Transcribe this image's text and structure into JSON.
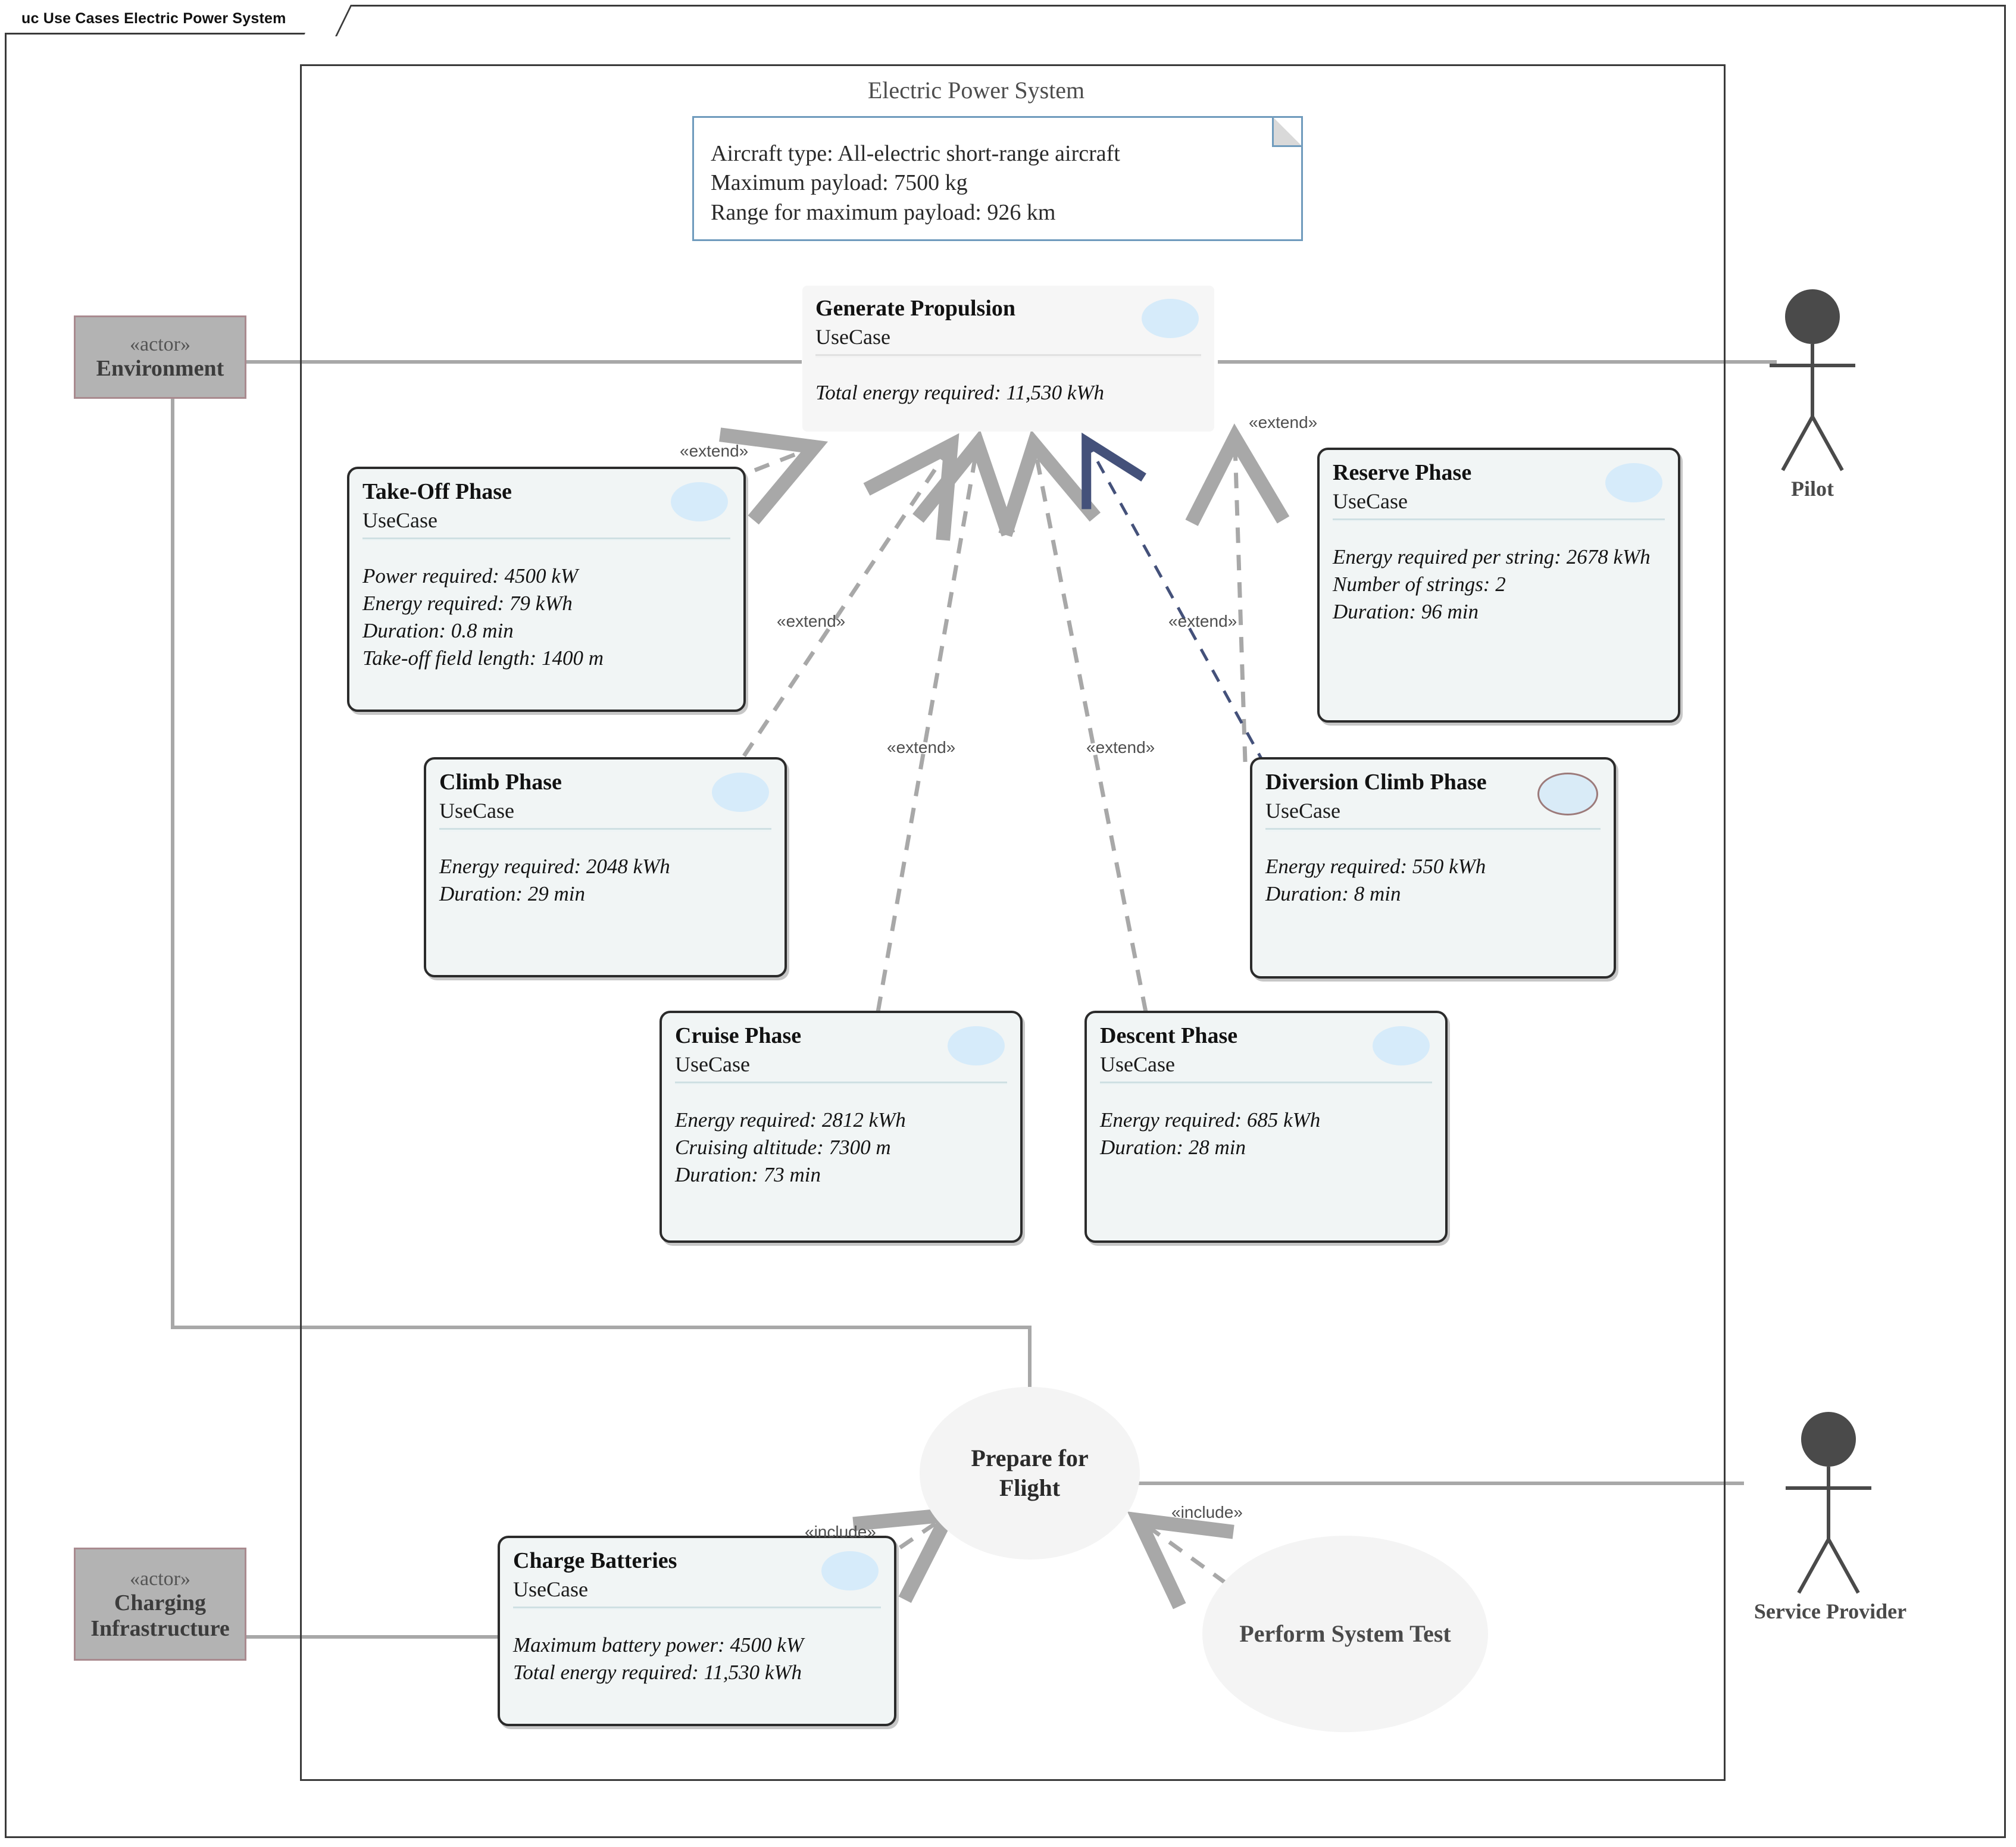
{
  "frame": {
    "tab_label": "uc Use Cases Electric Power System"
  },
  "system": {
    "title": "Electric Power System",
    "note": {
      "line1": "Aircraft type: All-electric short-range aircraft",
      "line2": "Maximum payload: 7500 kg",
      "line3": "Range for maximum payload: 926 km"
    }
  },
  "colors": {
    "usecase_fill": "#f1f5f5",
    "usecase_border": "#2b2b2b",
    "actor_fill": "#b3b3b3",
    "actor_border": "#a98a8f",
    "note_border": "#6f9bbd",
    "icon_blue": "#d6ebfa",
    "extend_arrow": "#a8a8a8",
    "extend_arrow_alt": "#44517a",
    "ellipse_fill": "#f4f4f4"
  },
  "usecases": [
    {
      "id": "generate-propulsion",
      "name": "Generate Propulsion",
      "meta": "UseCase",
      "attributes": [
        "Total energy required: 11,530 kWh"
      ],
      "icon": "usecase-ellipse-icon"
    },
    {
      "id": "take-off-phase",
      "name": "Take-Off Phase",
      "meta": "UseCase",
      "attributes": [
        "Power required: 4500 kW",
        "Energy required: 79 kWh",
        "Duration: 0.8 min",
        "Take-off field length: 1400 m"
      ],
      "icon": "usecase-ellipse-icon"
    },
    {
      "id": "reserve-phase",
      "name": "Reserve Phase",
      "meta": "UseCase",
      "attributes": [
        "Energy required per string: 2678 kWh",
        "Number of strings: 2",
        "Duration: 96 min"
      ],
      "icon": "usecase-ellipse-icon"
    },
    {
      "id": "climb-phase",
      "name": "Climb Phase",
      "meta": "UseCase",
      "attributes": [
        "Energy required: 2048 kWh",
        "Duration: 29 min"
      ],
      "icon": "usecase-ellipse-icon"
    },
    {
      "id": "diversion-climb-phase",
      "name": "Diversion Climb Phase",
      "meta": "UseCase",
      "attributes": [
        "Energy required: 550 kWh",
        "Duration: 8 min"
      ],
      "icon": "usecase-ellipse-outlined-icon"
    },
    {
      "id": "cruise-phase",
      "name": "Cruise Phase",
      "meta": "UseCase",
      "attributes": [
        "Energy required: 2812 kWh",
        "Cruising altitude: 7300 m",
        "Duration: 73 min"
      ],
      "icon": "usecase-ellipse-icon"
    },
    {
      "id": "descent-phase",
      "name": "Descent Phase",
      "meta": "UseCase",
      "attributes": [
        "Energy required: 685 kWh",
        "Duration: 28 min"
      ],
      "icon": "usecase-ellipse-icon"
    },
    {
      "id": "charge-batteries",
      "name": "Charge Batteries",
      "meta": "UseCase",
      "attributes": [
        "Maximum battery power: 4500 kW",
        "Total energy required: 11,530 kWh"
      ],
      "icon": "usecase-ellipse-icon"
    }
  ],
  "ellipse_usecases": [
    {
      "id": "prepare-for-flight",
      "line1": "Prepare for",
      "line2": "Flight"
    },
    {
      "id": "perform-system-test",
      "line1": "Perform System Test",
      "line2": ""
    }
  ],
  "actors": [
    {
      "id": "environment",
      "stereotype": "«actor»",
      "name": "Environment",
      "style": "box"
    },
    {
      "id": "charging-infrastructure",
      "stereotype": "«actor»",
      "name_line1": "Charging",
      "name_line2": "Infrastructure",
      "style": "box"
    },
    {
      "id": "pilot",
      "name": "Pilot",
      "style": "stick-figure"
    },
    {
      "id": "service-provider",
      "name": "Service Provider",
      "style": "stick-figure"
    }
  ],
  "relationships": {
    "extend_label": "«extend»",
    "include_label": "«include»",
    "extends": [
      {
        "from": "take-off-phase",
        "to": "generate-propulsion"
      },
      {
        "from": "climb-phase",
        "to": "generate-propulsion"
      },
      {
        "from": "cruise-phase",
        "to": "generate-propulsion"
      },
      {
        "from": "descent-phase",
        "to": "generate-propulsion"
      },
      {
        "from": "diversion-climb-phase",
        "to": "generate-propulsion"
      },
      {
        "from": "reserve-phase",
        "to": "generate-propulsion"
      }
    ],
    "includes": [
      {
        "from": "charge-batteries",
        "to": "prepare-for-flight"
      },
      {
        "from": "perform-system-test",
        "to": "prepare-for-flight"
      }
    ],
    "associations": [
      {
        "from": "environment",
        "to": "generate-propulsion"
      },
      {
        "from": "pilot",
        "to": "generate-propulsion"
      },
      {
        "from": "environment",
        "to": "prepare-for-flight"
      },
      {
        "from": "charging-infrastructure",
        "to": "charge-batteries"
      },
      {
        "from": "service-provider",
        "to": "prepare-for-flight"
      }
    ]
  },
  "extend_labels": [
    {
      "id": "ext-takeoff",
      "text": "«extend»"
    },
    {
      "id": "ext-climb",
      "text": "«extend»"
    },
    {
      "id": "ext-cruise",
      "text": "«extend»"
    },
    {
      "id": "ext-descent",
      "text": "«extend»"
    },
    {
      "id": "ext-diversion",
      "text": "«extend»"
    },
    {
      "id": "ext-reserve",
      "text": "«extend»"
    }
  ],
  "include_labels": [
    {
      "id": "inc-charge",
      "text": "«include»"
    },
    {
      "id": "inc-systest",
      "text": "«include»"
    }
  ]
}
